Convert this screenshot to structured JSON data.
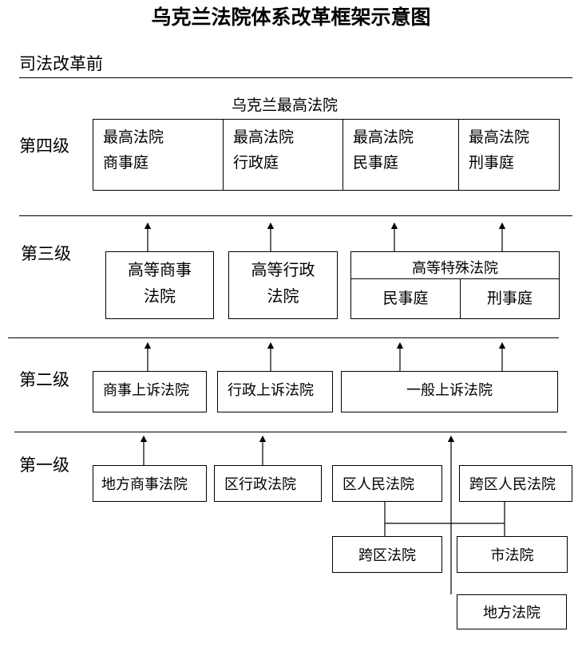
{
  "title": "乌克兰法院体系改革框架示意图",
  "section_label": "司法改革前",
  "levels": {
    "fourth": "第四级",
    "third": "第三级",
    "second": "第二级",
    "first": "第一级"
  },
  "supreme_court": {
    "name": "乌克兰最高法院",
    "chambers": [
      {
        "line1": "最高法院",
        "line2": "商事庭"
      },
      {
        "line1": "最高法院",
        "line2": "行政庭"
      },
      {
        "line1": "最高法院",
        "line2": "民事庭"
      },
      {
        "line1": "最高法院",
        "line2": "刑事庭"
      }
    ]
  },
  "third_level": {
    "commercial": {
      "line1": "高等商事",
      "line2": "法院"
    },
    "administrative": {
      "line1": "高等行政",
      "line2": "法院"
    },
    "special": {
      "name": "高等特殊法院",
      "civil": "民事庭",
      "criminal": "刑事庭"
    }
  },
  "second_level": {
    "commercial_appeal": "商事上诉法院",
    "administrative_appeal": "行政上诉法院",
    "general_appeal": "一般上诉法院"
  },
  "first_level": {
    "local_commercial": "地方商事法院",
    "district_administrative": "区行政法院",
    "district_people": "区人民法院",
    "inter_district_people": "跨区人民法院",
    "inter_district": "跨区法院",
    "city": "市法院",
    "local": "地方法院"
  }
}
